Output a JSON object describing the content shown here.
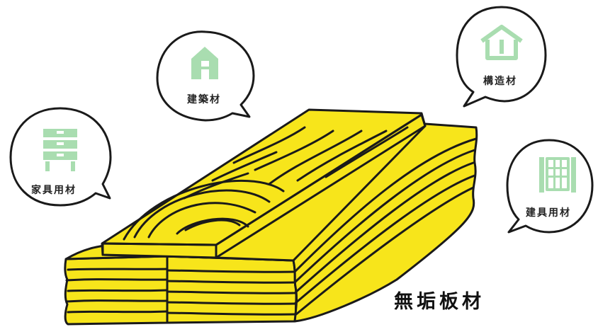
{
  "title": "無垢板材",
  "bubbles": [
    {
      "label": "建築材",
      "icon": "house-icon"
    },
    {
      "label": "構造材",
      "icon": "house-frame-icon"
    },
    {
      "label": "家具用材",
      "icon": "drawer-chest-icon"
    },
    {
      "label": "建具用材",
      "icon": "door-icon"
    }
  ],
  "colors": {
    "wood": "#F7E51B",
    "icon": "#A9DDB0",
    "line": "#1a1a1a"
  }
}
